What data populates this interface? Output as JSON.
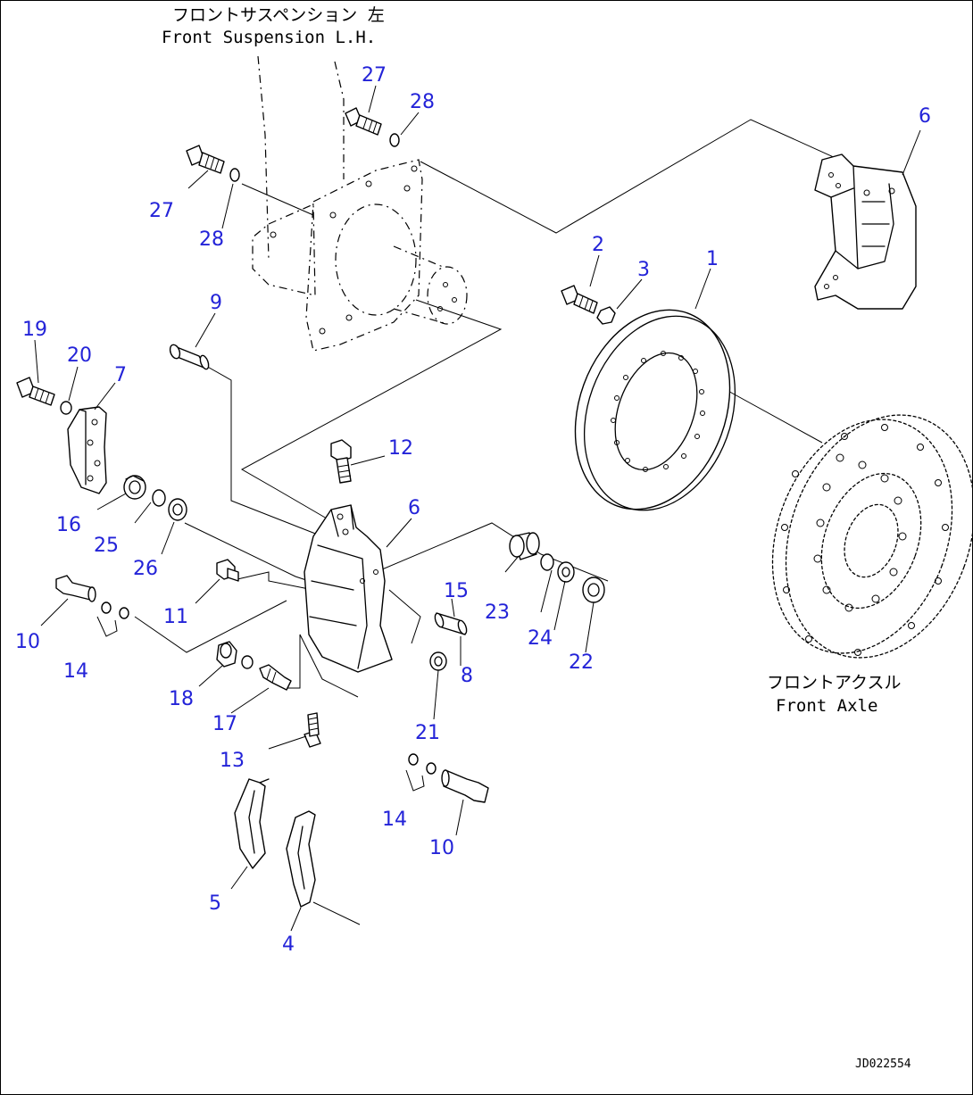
{
  "captions": {
    "suspension_jp": "フロントサスペンション 左",
    "suspension_en": "Front Suspension L.H.",
    "axle_jp": "フロントアクスル",
    "axle_en": "Front Axle"
  },
  "drawing_code": "JD022554",
  "callouts": {
    "c1": "1",
    "c2": "2",
    "c3": "3",
    "c4": "4",
    "c5": "5",
    "c6a": "6",
    "c6b": "6",
    "c7": "7",
    "c8": "8",
    "c9": "9",
    "c10a": "10",
    "c10b": "10",
    "c11": "11",
    "c12": "12",
    "c13": "13",
    "c14a": "14",
    "c14b": "14",
    "c15": "15",
    "c16": "16",
    "c17": "17",
    "c18": "18",
    "c19": "19",
    "c20": "20",
    "c21": "21",
    "c22": "22",
    "c23": "23",
    "c24": "24",
    "c25": "25",
    "c26": "26",
    "c27a": "27",
    "c27b": "27",
    "c28a": "28",
    "c28b": "28"
  },
  "colors": {
    "callout": "#2323d8",
    "line": "#000000"
  }
}
